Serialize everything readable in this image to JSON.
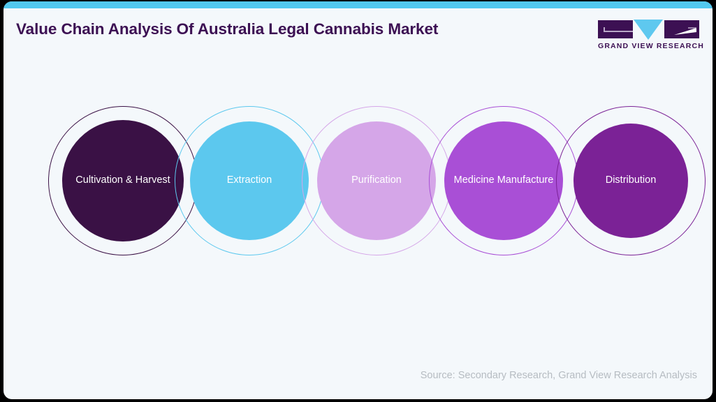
{
  "header": {
    "title": "Value Chain Analysis Of Australia Legal Cannabis Market"
  },
  "logo": {
    "brand_text": "GRAND VIEW RESEARCH",
    "mark_color": "#3c1053",
    "triangle_color": "#5ec8ef"
  },
  "theme": {
    "card_background": "#f4f8fb",
    "accent_bar": "#52c8ef",
    "title_color": "#3c1053",
    "source_color": "#b6bcc2"
  },
  "footer": {
    "source": "Source: Secondary Research, Grand View Research Analysis"
  },
  "chart_data": {
    "type": "diagram",
    "title": "Value Chain Analysis Of Australia Legal Cannabis Market",
    "layout": "overlapping-circles-horizontal-chain",
    "stages": [
      {
        "label": "Cultivation & Harvest",
        "order": 1,
        "fill": "#3a1145",
        "ring": "#3a1145",
        "text_color": "#ffffff"
      },
      {
        "label": "Extraction",
        "order": 2,
        "fill": "#5cc8ee",
        "ring": "#5cc8ee",
        "text_color": "#ffffff"
      },
      {
        "label": "Purification",
        "order": 3,
        "fill": "#d5a6e8",
        "ring": "#d5a6e8",
        "text_color": "#ffffff"
      },
      {
        "label": "Medicine Manufacture",
        "order": 4,
        "fill": "#a94fd6",
        "ring": "#a94fd6",
        "text_color": "#ffffff"
      },
      {
        "label": "Distribution",
        "order": 5,
        "fill": "#7b2296",
        "ring": "#7b2296",
        "text_color": "#ffffff"
      }
    ],
    "annotations": [],
    "legend": null
  }
}
